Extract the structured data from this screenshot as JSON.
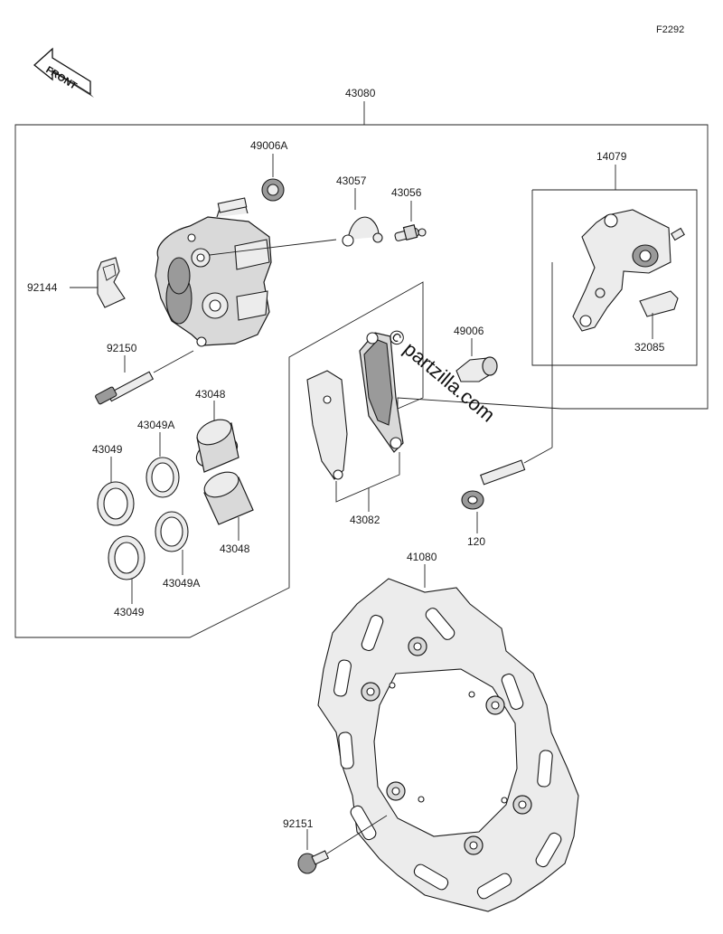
{
  "diagram_code": "F2292",
  "front_label": "FRONT",
  "watermark": "© partzilla.com",
  "parts": {
    "assembly": "43080",
    "piston_seal_cap": "49006A",
    "spring": "43057",
    "bleeder": "43056",
    "pad_spring": "92144",
    "pin": "92150",
    "piston_upper": "43048",
    "seal_a_upper": "43049A",
    "seal_upper": "43049",
    "piston_lower": "43048",
    "seal_a_lower": "43049A",
    "seal_lower": "43049",
    "pad_set": "43082",
    "boot": "49006",
    "holder": "14079",
    "clip": "32085",
    "bolt": "120",
    "disc": "41080",
    "disc_bolt": "92151"
  }
}
